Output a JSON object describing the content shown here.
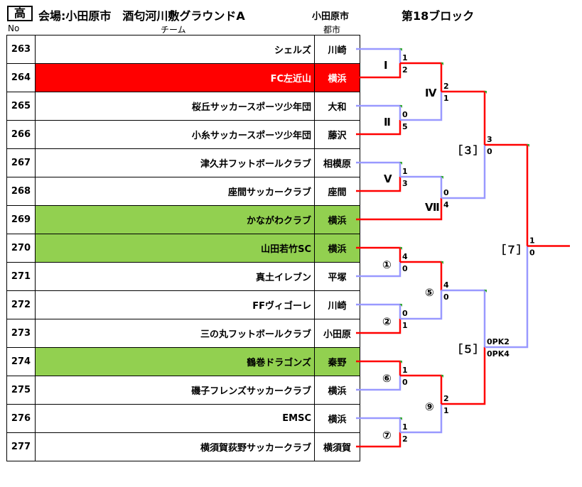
{
  "header": {
    "badge": "高",
    "venue": "会場:小田原市　酒匂河川敷グラウンドA",
    "host_city": "小田原市",
    "block": "第18ブロック"
  },
  "columns": {
    "no": "No",
    "team": "チーム",
    "city": "都市"
  },
  "teams": [
    {
      "no": "263",
      "name": "シェルズ",
      "city": "川崎",
      "highlight": ""
    },
    {
      "no": "264",
      "name": "FC左近山",
      "city": "横浜",
      "highlight": "red"
    },
    {
      "no": "265",
      "name": "桜丘サッカースポーツ少年団",
      "city": "大和",
      "highlight": ""
    },
    {
      "no": "266",
      "name": "小糸サッカースポーツ少年団",
      "city": "藤沢",
      "highlight": ""
    },
    {
      "no": "267",
      "name": "津久井フットボールクラブ",
      "city": "相模原",
      "highlight": ""
    },
    {
      "no": "268",
      "name": "座間サッカークラブ",
      "city": "座間",
      "highlight": ""
    },
    {
      "no": "269",
      "name": "かながわクラブ",
      "city": "横浜",
      "highlight": "green"
    },
    {
      "no": "270",
      "name": "山田若竹SC",
      "city": "横浜",
      "highlight": "green"
    },
    {
      "no": "271",
      "name": "真土イレブン",
      "city": "平塚",
      "highlight": ""
    },
    {
      "no": "272",
      "name": "FFヴィゴーレ",
      "city": "川崎",
      "highlight": ""
    },
    {
      "no": "273",
      "name": "三の丸フットボールクラブ",
      "city": "小田原",
      "highlight": ""
    },
    {
      "no": "274",
      "name": "鶴巻ドラゴンズ",
      "city": "秦野",
      "highlight": "green"
    },
    {
      "no": "275",
      "name": "磯子フレンズサッカークラブ",
      "city": "横浜",
      "highlight": ""
    },
    {
      "no": "276",
      "name": "EMSC",
      "city": "横浜",
      "highlight": ""
    },
    {
      "no": "277",
      "name": "横須賀荻野サッカークラブ",
      "city": "横須賀",
      "highlight": ""
    }
  ],
  "colors": {
    "winner_line": "#ff0000",
    "loser_line": "#9999ff",
    "mark": "#33aa33",
    "red_row": "#ff0000",
    "green_row": "#92d050"
  },
  "matches": [
    {
      "label": "Ⅰ",
      "score_top": "1",
      "score_bottom": "2",
      "winner": "bottom"
    },
    {
      "label": "Ⅱ",
      "score_top": "0",
      "score_bottom": "5",
      "winner": "bottom"
    },
    {
      "label": "Ⅴ",
      "score_top": "1",
      "score_bottom": "3",
      "winner": "bottom"
    },
    {
      "label": "①",
      "score_top": "4",
      "score_bottom": "0",
      "winner": "top"
    },
    {
      "label": "②",
      "score_top": "0",
      "score_bottom": "1",
      "winner": "bottom"
    },
    {
      "label": "⑥",
      "score_top": "1",
      "score_bottom": "0",
      "winner": "top"
    },
    {
      "label": "⑦",
      "score_top": "1",
      "score_bottom": "2",
      "winner": "bottom"
    },
    {
      "label": "Ⅳ",
      "score_top": "2",
      "score_bottom": "1",
      "winner": "top"
    },
    {
      "label": "Ⅶ",
      "score_top": "0",
      "score_bottom": "4",
      "winner": "bottom"
    },
    {
      "label": "⑤",
      "score_top": "4",
      "score_bottom": "0",
      "winner": "top"
    },
    {
      "label": "⑨",
      "score_top": "2",
      "score_bottom": "1",
      "winner": "top"
    },
    {
      "label": "［３］",
      "score_top": "3",
      "score_bottom": "0",
      "winner": "top"
    },
    {
      "label": "［５］",
      "score_top": "0PK2",
      "score_bottom": "0PK4",
      "winner": "bottom"
    },
    {
      "label": "［７］",
      "score_top": "1",
      "score_bottom": "0",
      "winner": "top"
    }
  ]
}
